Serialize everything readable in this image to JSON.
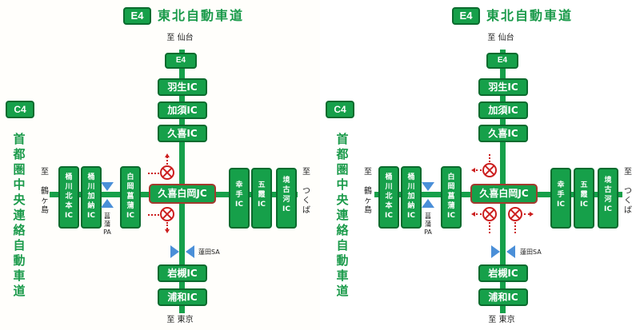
{
  "panels": [
    {
      "id": "left",
      "header": {
        "route_badge": "E4",
        "route_name": "東北自動車道"
      },
      "destinations": {
        "north": "至 仙台",
        "south": "至 東京",
        "west": [
          "至",
          "鶴",
          "ヶ",
          "島"
        ],
        "east": [
          "至",
          "つ",
          "く",
          "ば"
        ]
      },
      "side_route": {
        "badge": "C4",
        "name_chars": [
          "首",
          "都",
          "圏",
          "中",
          "央",
          "連",
          "絡",
          "自",
          "動",
          "車",
          "道"
        ]
      },
      "north_stack": {
        "top_badge": "E4",
        "interchanges": [
          "羽生IC",
          "加須IC",
          "久喜IC"
        ]
      },
      "junction": "久喜白岡JC",
      "south_stack": [
        "岩槻IC",
        "浦和IC"
      ],
      "west_interchanges": [
        {
          "name": [
            "桶",
            "川",
            "北",
            "本",
            "IC"
          ]
        },
        {
          "name": [
            "桶",
            "川",
            "加",
            "納",
            "IC"
          ]
        },
        {
          "name": [
            "白",
            "岡",
            "菖",
            "蒲",
            "IC"
          ]
        }
      ],
      "east_interchanges": [
        {
          "name": [
            "幸",
            "手",
            "IC"
          ]
        },
        {
          "name": [
            "五",
            "霞",
            "IC"
          ]
        },
        {
          "name": [
            "境",
            "古",
            "河",
            "IC"
          ]
        }
      ],
      "parking_area": {
        "label": [
          "菖",
          "蒲",
          "PA"
        ]
      },
      "service_area": {
        "label": "蓮田SA"
      },
      "closed_ramps": "two ramps on west side of junction (north-west exit up, south-west exit down)"
    },
    {
      "id": "right",
      "header": {
        "route_badge": "E4",
        "route_name": "東北自動車道"
      },
      "destinations": {
        "north": "至 仙台",
        "south": "至 東京",
        "west": [
          "至",
          "鶴",
          "ヶ",
          "島"
        ],
        "east": [
          "至",
          "つ",
          "く",
          "ば"
        ]
      },
      "side_route": {
        "badge": "C4",
        "name_chars": [
          "首",
          "都",
          "圏",
          "中",
          "央",
          "連",
          "絡",
          "自",
          "動",
          "車",
          "道"
        ]
      },
      "north_stack": {
        "top_badge": "E4",
        "interchanges": [
          "羽生IC",
          "加須IC",
          "久喜IC"
        ]
      },
      "junction": "久喜白岡JC",
      "south_stack": [
        "岩槻IC",
        "浦和IC"
      ],
      "west_interchanges": [
        {
          "name": [
            "桶",
            "川",
            "北",
            "本",
            "IC"
          ]
        },
        {
          "name": [
            "桶",
            "川",
            "加",
            "納",
            "IC"
          ]
        },
        {
          "name": [
            "白",
            "岡",
            "菖",
            "蒲",
            "IC"
          ]
        }
      ],
      "east_interchanges": [
        {
          "name": [
            "幸",
            "手",
            "IC"
          ]
        },
        {
          "name": [
            "五",
            "霞",
            "IC"
          ]
        },
        {
          "name": [
            "境",
            "古",
            "河",
            "IC"
          ]
        }
      ],
      "parking_area": {
        "label": [
          "菖",
          "蒲",
          "PA"
        ]
      },
      "service_area": {
        "label": "蓮田SA"
      },
      "closed_ramps": "three ramps: north-west, south-west, south-east"
    }
  ],
  "colors": {
    "road_green": "#16a04a",
    "sign_border": "#0b6b2e",
    "title_green": "#1a9a4a",
    "closed_red": "#cc1f1f",
    "jc_border": "#a33a2e",
    "parking_blue": "#4a8fd8"
  }
}
